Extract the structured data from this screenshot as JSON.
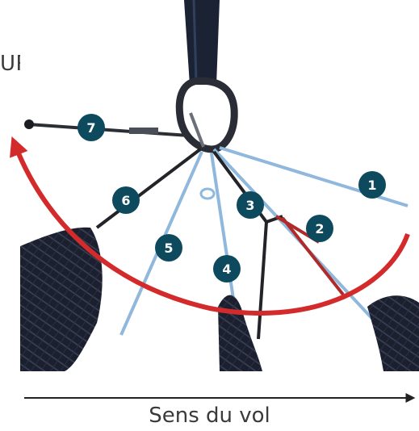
{
  "header": {
    "cut_text": "URA"
  },
  "markers": [
    {
      "number": "1"
    },
    {
      "number": "2"
    },
    {
      "number": "3"
    },
    {
      "number": "4"
    },
    {
      "number": "5"
    },
    {
      "number": "6"
    },
    {
      "number": "7"
    }
  ],
  "footer": {
    "direction_label": "Sens du vol"
  },
  "colors": {
    "marker_fill": "#0d4a5e",
    "marker_text": "#ffffff",
    "arrow_red": "#d32b2b",
    "line_blue": "#8fb8dc",
    "line_dark": "#222428",
    "webbing": "#1b1f2e",
    "accent_red": "#b02a2a"
  }
}
